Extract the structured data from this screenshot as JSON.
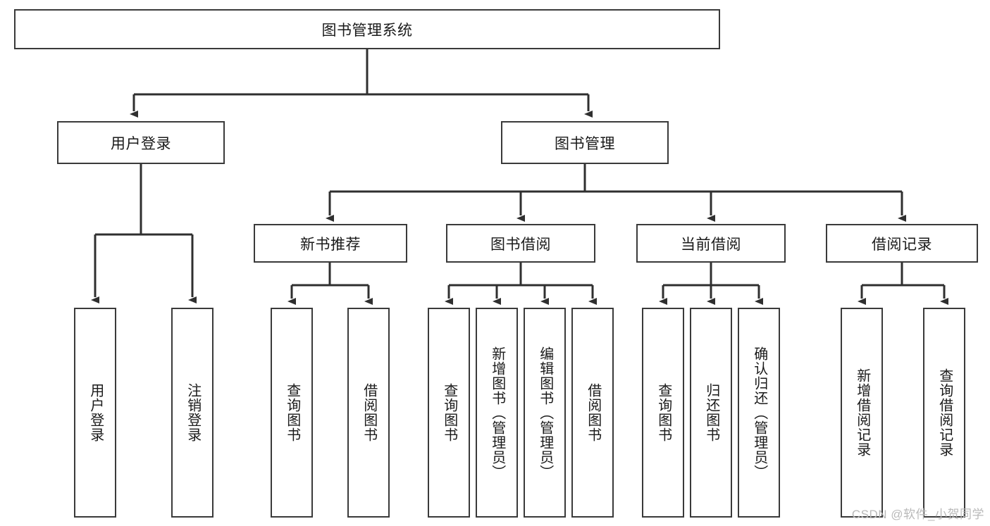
{
  "diagram": {
    "title": "图书管理系统",
    "type": "hierarchy-tree",
    "background_color": "#ffffff",
    "border_color": "#3a3a3a",
    "text_color": "#1a1a1a"
  },
  "root": {
    "label": "图书管理系统"
  },
  "level2": [
    {
      "label": "用户登录"
    },
    {
      "label": "图书管理"
    }
  ],
  "level3": [
    {
      "label": "新书推荐"
    },
    {
      "label": "图书借阅"
    },
    {
      "label": "当前借阅"
    },
    {
      "label": "借阅记录"
    }
  ],
  "leaves": {
    "user_login": [
      {
        "label": "用户登录"
      },
      {
        "label": "注销登录"
      }
    ],
    "new_book_recommend": [
      {
        "label": "查询图书"
      },
      {
        "label": "借阅图书"
      }
    ],
    "book_borrow": [
      {
        "label": "查询图书"
      },
      {
        "label": "新增图书（管理员）"
      },
      {
        "label": "编辑图书（管理员）"
      },
      {
        "label": "借阅图书"
      }
    ],
    "current_borrow": [
      {
        "label": "查询图书"
      },
      {
        "label": "归还图书"
      },
      {
        "label": "确认归还（管理员）"
      }
    ],
    "borrow_record": [
      {
        "label": "新增借阅记录"
      },
      {
        "label": "查询借阅记录"
      }
    ]
  },
  "watermark": {
    "text": "CSDN @软件_小贺同学"
  }
}
